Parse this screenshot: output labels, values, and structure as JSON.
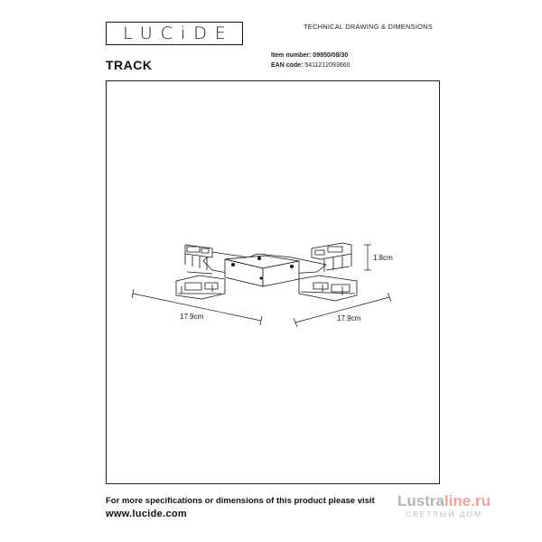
{
  "header": {
    "logo": "LUCiDE",
    "doc_title": "TECHNICAL DRAWING & DIMENSIONS",
    "product_title": "TRACK"
  },
  "meta": {
    "item_label": "Item number:",
    "item_value": "09950/08/30",
    "ean_label": "EAN code:",
    "ean_value": "5411212093660"
  },
  "drawing": {
    "height_dim": "1.8cm",
    "length_dim_left": "17.9cm",
    "length_dim_right": "17.9cm"
  },
  "footer": {
    "line1": "For more specifications or dimensions of this product please visit",
    "line2": "www.lucide.com"
  },
  "watermark": {
    "main_a": "Lustra",
    "main_b": "line.ru",
    "sub": "СВЕТЛЫЙ ДОМ"
  },
  "colors": {
    "ink": "#111111",
    "watermark_gray": "#b5b5b5",
    "watermark_accent": "#e9a3a0"
  }
}
